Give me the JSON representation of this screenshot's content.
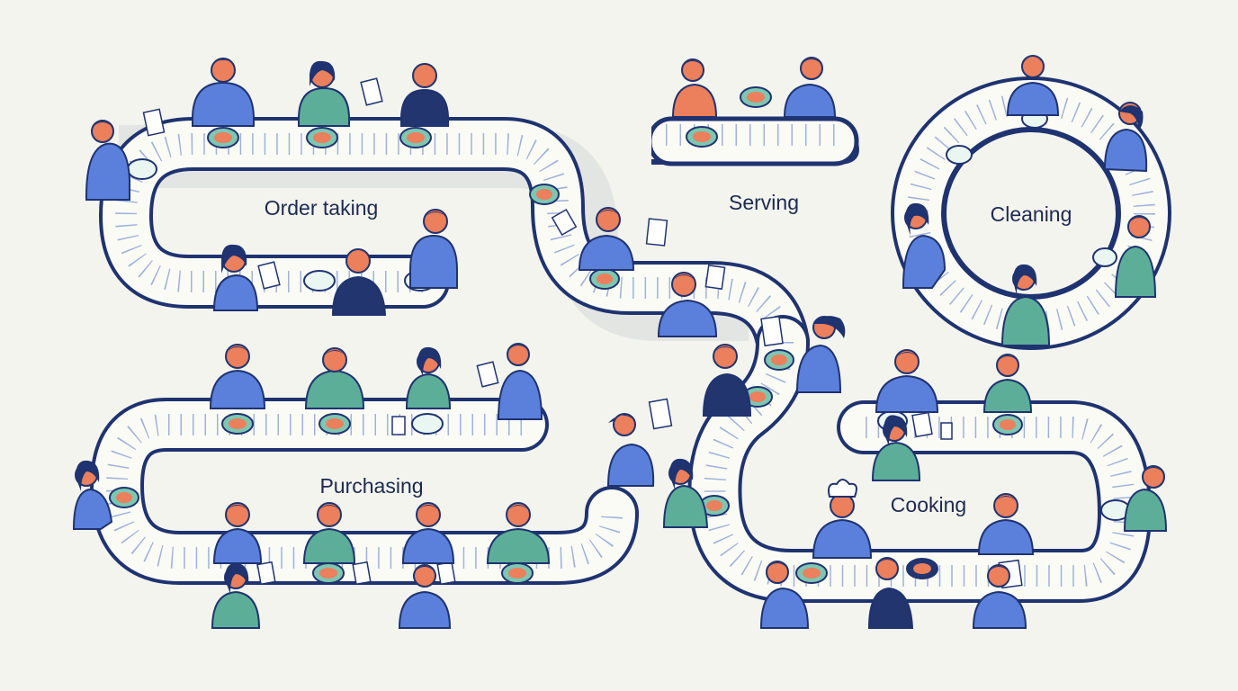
{
  "stages": [
    {
      "id": "order-taking",
      "label": "Order taking"
    },
    {
      "id": "serving",
      "label": "Serving"
    },
    {
      "id": "cleaning",
      "label": "Cleaning"
    },
    {
      "id": "purchasing",
      "label": "Purchasing"
    },
    {
      "id": "cooking",
      "label": "Cooking"
    }
  ],
  "colors": {
    "background": "#f4f4ee",
    "belt_surface": "#fbfbf6",
    "belt_edge": "#1f3370",
    "belt_ticks": "#9fb2da",
    "person_blue": "#5a80dc",
    "person_teal": "#5cae98",
    "person_navy": "#22356e",
    "person_orange": "#ec7f5c",
    "dish_food": "#ec7f5c",
    "dish_rim": "#7ec6b2"
  }
}
